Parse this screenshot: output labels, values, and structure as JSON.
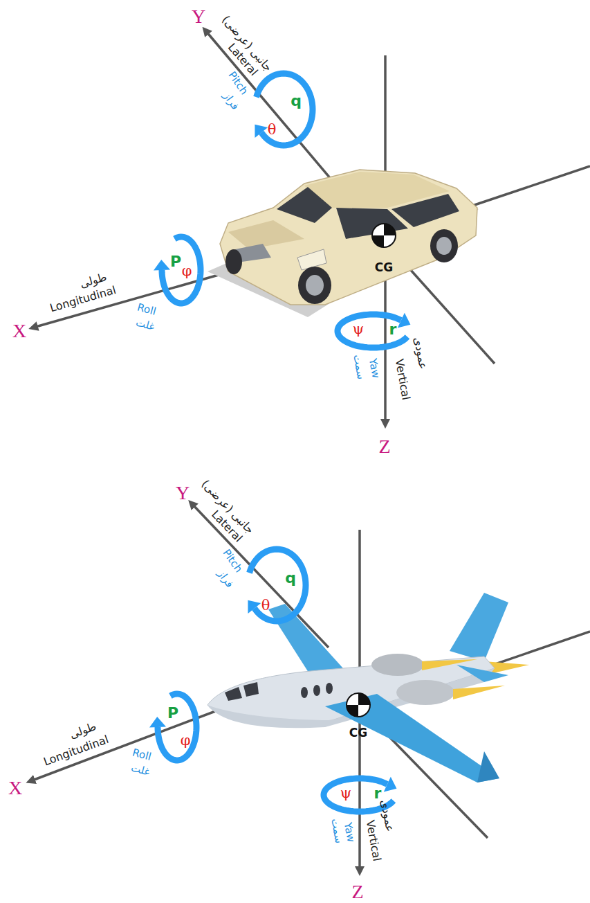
{
  "diagram": {
    "labels": [
      "Y",
      "جانبی (عرضی)",
      "Lateral",
      "Pitch",
      "فراز",
      "q",
      "θ",
      "طولی",
      "Longitudinal",
      "X",
      "P",
      "φ",
      "Roll",
      "غلت",
      "CG",
      "ψ",
      "r",
      "Yaw",
      "سمت",
      "عمودی",
      "Vertical",
      "Z",
      "Y",
      "جانبی (عرضی)",
      "Lateral",
      "Pitch",
      "فراز",
      "q",
      "θ",
      "طولی",
      "Longitudinal",
      "X",
      "P",
      "φ",
      "Roll",
      "غلت",
      "CG",
      "ψ",
      "r",
      "Yaw",
      "سمت",
      "عمودی",
      "Vertical",
      "Z"
    ]
  }
}
